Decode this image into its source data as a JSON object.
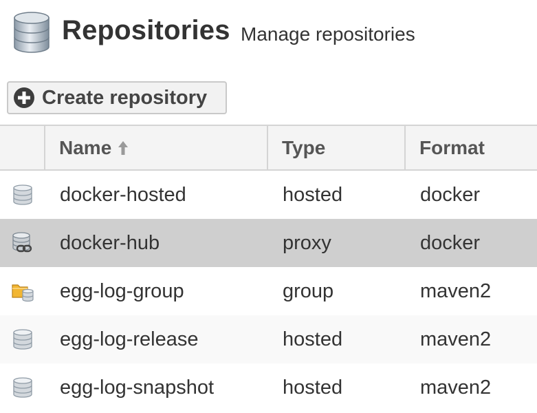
{
  "header": {
    "title": "Repositories",
    "subtitle": "Manage repositories",
    "icon": "database-icon"
  },
  "toolbar": {
    "create_label": "Create repository",
    "create_icon": "plus-circle-icon"
  },
  "table": {
    "columns": {
      "name": "Name",
      "type": "Type",
      "format": "Format"
    },
    "sort": {
      "column": "name",
      "direction": "ascending"
    },
    "rows": [
      {
        "name": "docker-hosted",
        "type": "hosted",
        "format": "docker",
        "icon": "database-icon",
        "selected": false
      },
      {
        "name": "docker-hub",
        "type": "proxy",
        "format": "docker",
        "icon": "database-link-icon",
        "selected": true
      },
      {
        "name": "egg-log-group",
        "type": "group",
        "format": "maven2",
        "icon": "folder-database-icon",
        "selected": false
      },
      {
        "name": "egg-log-release",
        "type": "hosted",
        "format": "maven2",
        "icon": "database-icon",
        "selected": false
      },
      {
        "name": "egg-log-snapshot",
        "type": "hosted",
        "format": "maven2",
        "icon": "database-icon",
        "selected": false
      }
    ]
  },
  "colors": {
    "selected_row": "#cfcfcf",
    "header_bg": "#f4f4f4",
    "folder": "#f2b632"
  }
}
